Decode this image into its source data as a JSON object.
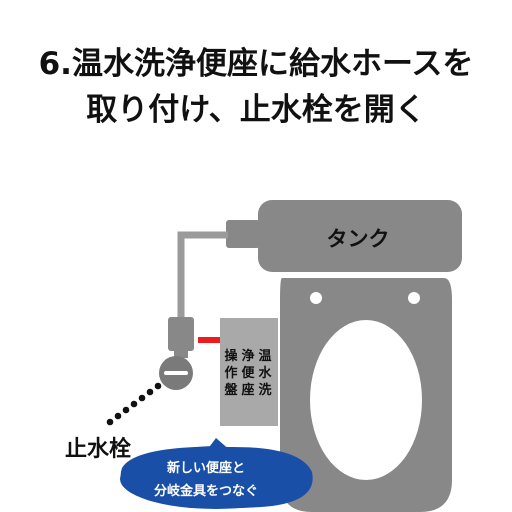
{
  "title": {
    "line1": "6.温水洗浄便座に給水ホースを",
    "line2": "取り付け、止水栓を開く"
  },
  "diagram": {
    "tank_label": "タンク",
    "control_panel": {
      "columns": [
        "温水洗",
        "浄便座",
        "操作盤"
      ]
    },
    "valve_label": "止水栓",
    "callout": {
      "line1": "新しい便座と",
      "line2": "分岐金具をつなぐ"
    }
  },
  "colors": {
    "toilet_gray": "#888888",
    "panel_gray": "#a9a9a9",
    "valve_gray": "#7a7a7a",
    "hose_red": "#ee1c1c",
    "callout_blue": "#1a4fa8",
    "text_dark": "#111111"
  }
}
